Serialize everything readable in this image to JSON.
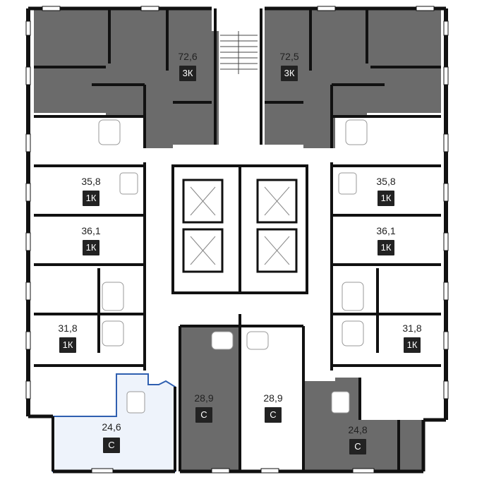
{
  "colors": {
    "wall": "#111111",
    "dark_unit": "#6b6b6b",
    "selected_fill": "#eef3fb",
    "selected_border": "#2f5fb0",
    "badge_bg": "#222222",
    "badge_text": "#ffffff",
    "fixture": "#9a9a9a"
  },
  "apartments": [
    {
      "id": "a1",
      "area": "72,6",
      "type": "3К",
      "status": "unavailable"
    },
    {
      "id": "a2",
      "area": "72,5",
      "type": "3К",
      "status": "unavailable"
    },
    {
      "id": "a3",
      "area": "35,8",
      "type": "1К",
      "status": "available"
    },
    {
      "id": "a4",
      "area": "35,8",
      "type": "1К",
      "status": "available"
    },
    {
      "id": "a5",
      "area": "36,1",
      "type": "1К",
      "status": "available"
    },
    {
      "id": "a6",
      "area": "36,1",
      "type": "1К",
      "status": "available"
    },
    {
      "id": "a7",
      "area": "31,8",
      "type": "1К",
      "status": "available"
    },
    {
      "id": "a8",
      "area": "31,8",
      "type": "1К",
      "status": "available"
    },
    {
      "id": "a9",
      "area": "28,9",
      "type": "С",
      "status": "unavailable"
    },
    {
      "id": "a10",
      "area": "28,9",
      "type": "С",
      "status": "available"
    },
    {
      "id": "a11",
      "area": "24,6",
      "type": "С",
      "status": "selected"
    },
    {
      "id": "a12",
      "area": "24,8",
      "type": "С",
      "status": "unavailable"
    }
  ]
}
